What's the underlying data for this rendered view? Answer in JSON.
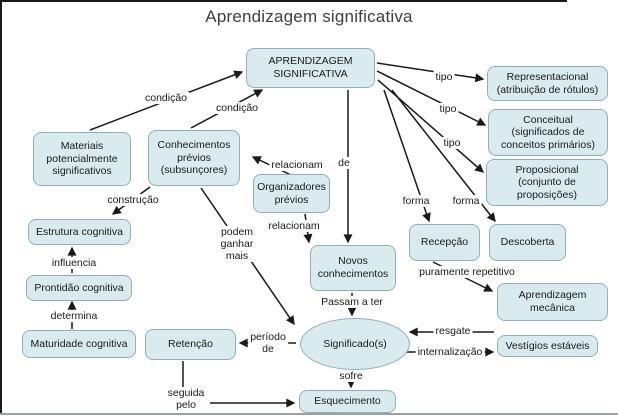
{
  "title": "Aprendizagem significativa",
  "colors": {
    "node_fill": "#d9ebee",
    "node_border": "#8fb0b8",
    "arrow": "#1a1a1a",
    "background": "#ffffff"
  },
  "nodes": {
    "main": "APRENDIZAGEM\nSIGNIFICATIVA",
    "representacional": "Representacional\n(atribuição de rótulos)",
    "conceitual": "Conceitual\n(significados de\nconceitos primários)",
    "proposicional": "Proposicional\n(conjunto  de\nproposições)",
    "materiais": "Materiais\npotencialmente\nsignificativos",
    "conhecimentos": "Conhecimentos\nprévios\n(subsunçores)",
    "organizadores": "Organizadores\nprévios",
    "novos": "Novos\nconhecimentos",
    "recepcao": "Recepção",
    "descoberta": "Descoberta",
    "mecanica": "Aprendizagem\nmecânica",
    "estrutura": "Estrutura  cognitiva",
    "prontidao": "Prontidão cognitiva",
    "maturidade": "Maturidade cognitiva",
    "retencao": "Retenção",
    "significado": "Significado(s)",
    "vestigios": "Vestígios estáveis",
    "esquecimento": "Esquecimento"
  },
  "edge_labels": {
    "condicao_1": "condição",
    "condicao_2": "condição",
    "tipo_1": "tipo",
    "tipo_2": "tipo",
    "tipo_3": "tipo",
    "forma_1": "forma",
    "forma_2": "forma",
    "de": "de",
    "relacionam_1": "relacionam",
    "relacionam_2": "relacionam",
    "podem_ganhar_mais": "podem\nganhar\nmais",
    "construcao": "construção",
    "influencia": "influencia",
    "determina": "determina",
    "puramente_repetitivo": "puramente repetitivo",
    "passam_a_ter": "Passam a ter",
    "periodo_de": "período\nde",
    "resgate": "resgate",
    "internalizacao": "internalização",
    "sofre": "sofre",
    "seguida_pelo": "seguida\npelo"
  }
}
